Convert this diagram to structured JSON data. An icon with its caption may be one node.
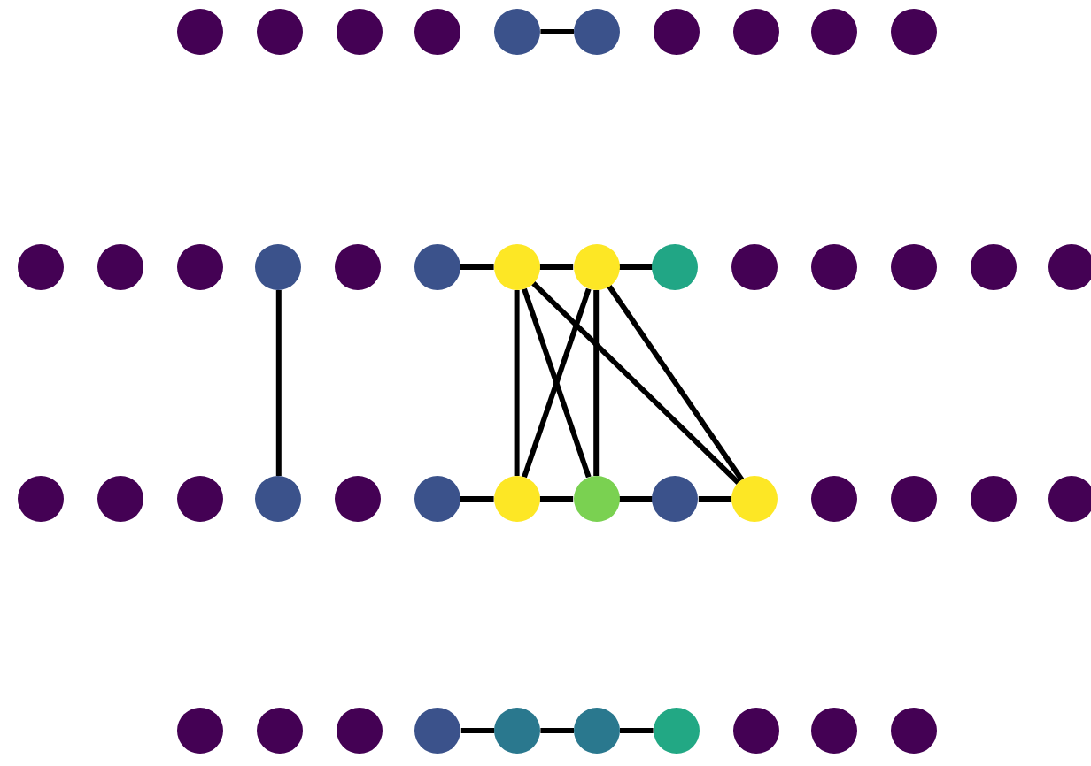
{
  "diagram": {
    "nodes": [
      {
        "text": [],
        "shape": "circle"
      },
      {
        "text": [],
        "shape": "circle"
      },
      {
        "text": [],
        "shape": "circle"
      },
      {
        "text": [],
        "shape": "circle"
      },
      {
        "text": [],
        "shape": "circle"
      },
      {
        "text": [],
        "shape": "circle"
      },
      {
        "text": [],
        "shape": "circle"
      },
      {
        "text": [],
        "shape": "circle"
      },
      {
        "text": [],
        "shape": "circle"
      },
      {
        "text": [],
        "shape": "circle"
      },
      {
        "text": [],
        "shape": "circle"
      },
      {
        "text": [],
        "shape": "circle"
      },
      {
        "text": [],
        "shape": "circle"
      },
      {
        "text": [],
        "shape": "circle"
      },
      {
        "text": [],
        "shape": "circle"
      },
      {
        "text": [],
        "shape": "circle"
      },
      {
        "text": [],
        "shape": "circle"
      },
      {
        "text": [],
        "shape": "circle"
      },
      {
        "text": [],
        "shape": "circle"
      },
      {
        "text": [],
        "shape": "circle"
      },
      {
        "text": [],
        "shape": "circle"
      },
      {
        "text": [],
        "shape": "circle"
      },
      {
        "text": [],
        "shape": "circle"
      },
      {
        "text": [],
        "shape": "circle"
      },
      {
        "text": [],
        "shape": "circle"
      },
      {
        "text": [],
        "shape": "circle"
      },
      {
        "text": [],
        "shape": "circle"
      },
      {
        "text": [],
        "shape": "circle"
      },
      {
        "text": [],
        "shape": "circle"
      },
      {
        "text": [],
        "shape": "circle"
      },
      {
        "text": [],
        "shape": "circle"
      },
      {
        "text": [],
        "shape": "circle"
      },
      {
        "text": [],
        "shape": "circle"
      },
      {
        "text": [],
        "shape": "circle"
      },
      {
        "text": [],
        "shape": "circle"
      },
      {
        "text": [],
        "shape": "circle"
      },
      {
        "text": [],
        "shape": "circle"
      },
      {
        "text": [],
        "shape": "circle"
      },
      {
        "text": [],
        "shape": "circle"
      },
      {
        "text": [],
        "shape": "circle"
      },
      {
        "text": [],
        "shape": "circle"
      },
      {
        "text": [],
        "shape": "circle"
      },
      {
        "text": [],
        "shape": "circle"
      },
      {
        "text": [],
        "shape": "circle"
      },
      {
        "text": [],
        "shape": "circle"
      },
      {
        "text": [],
        "shape": "circle"
      },
      {
        "text": [],
        "shape": "circle"
      },
      {
        "text": [],
        "shape": "circle"
      }
    ],
    "edges": [
      {
        "from": 4,
        "to": 5,
        "arrow": "none"
      },
      {
        "from": 15,
        "to": 16,
        "arrow": "none"
      },
      {
        "from": 16,
        "to": 17,
        "arrow": "none"
      },
      {
        "from": 17,
        "to": 18,
        "arrow": "none"
      },
      {
        "from": 13,
        "to": 27,
        "arrow": "none"
      },
      {
        "from": 16,
        "to": 30,
        "arrow": "none"
      },
      {
        "from": 16,
        "to": 31,
        "arrow": "none"
      },
      {
        "from": 16,
        "to": 33,
        "arrow": "none"
      },
      {
        "from": 17,
        "to": 30,
        "arrow": "none"
      },
      {
        "from": 17,
        "to": 31,
        "arrow": "none"
      },
      {
        "from": 17,
        "to": 33,
        "arrow": "none"
      },
      {
        "from": 29,
        "to": 30,
        "arrow": "none"
      },
      {
        "from": 30,
        "to": 31,
        "arrow": "none"
      },
      {
        "from": 31,
        "to": 32,
        "arrow": "none"
      },
      {
        "from": 32,
        "to": 33,
        "arrow": "none"
      },
      {
        "from": 41,
        "to": 42,
        "arrow": "none"
      },
      {
        "from": 42,
        "to": 43,
        "arrow": "none"
      },
      {
        "from": 43,
        "to": 44,
        "arrow": "none"
      }
    ]
  }
}
